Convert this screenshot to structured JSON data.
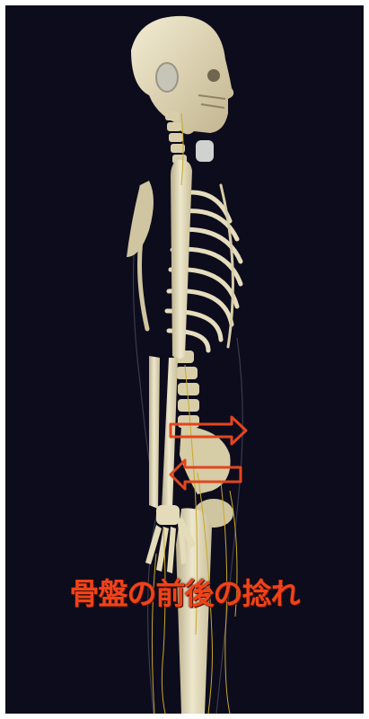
{
  "caption": "骨盤の前後の捻れ",
  "colors": {
    "background": "#0d0c1c",
    "bone": "#e8e1c4",
    "bone_shadow": "#b9ae8b",
    "nerve": "#c9a82c",
    "arrow": "#e2461e",
    "caption": "#f0421a"
  },
  "arrows": [
    {
      "name": "forward-arrow",
      "direction": "right"
    },
    {
      "name": "backward-arrow",
      "direction": "left"
    }
  ]
}
